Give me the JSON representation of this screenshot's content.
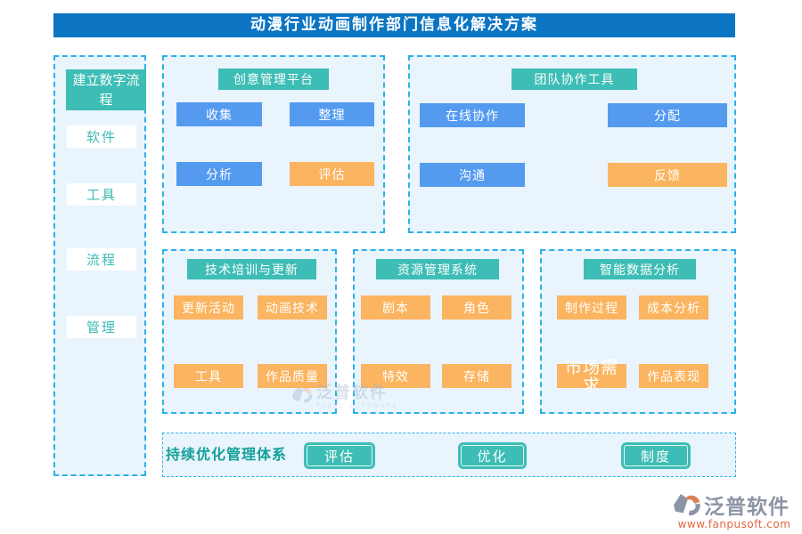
{
  "title": "动漫行业动画制作部门信息化解决方案",
  "colors": {
    "title_bar": "#0b75c3",
    "teal": "#3dbdb5",
    "blue_block": "#549bf0",
    "orange_block": "#fbb45f",
    "panel_bg": "#e9f4fd",
    "dash_border": "#2bb2e9",
    "teal_text": "#14a09a",
    "logo_gray": "#8b95a5",
    "logo_orange": "#e0673f"
  },
  "sidebar": {
    "header": "建立数字流程",
    "items": [
      {
        "label": "软件"
      },
      {
        "label": "工具"
      },
      {
        "label": "流程"
      },
      {
        "label": "管理"
      }
    ]
  },
  "sections": {
    "creative": {
      "title": "创意管理平台",
      "buttons": [
        {
          "label": "收集",
          "color": "blue"
        },
        {
          "label": "整理",
          "color": "blue"
        },
        {
          "label": "分析",
          "color": "blue"
        },
        {
          "label": "评估",
          "color": "orange"
        }
      ]
    },
    "team": {
      "title": "团队协作工具",
      "buttons": [
        {
          "label": "在线协作",
          "color": "blue"
        },
        {
          "label": "分配",
          "color": "blue"
        },
        {
          "label": "沟通",
          "color": "blue"
        },
        {
          "label": "反馈",
          "color": "orange"
        }
      ]
    },
    "training": {
      "title": "技术培训与更新",
      "buttons": [
        {
          "label": "更新活动",
          "color": "orange"
        },
        {
          "label": "动画技术",
          "color": "orange"
        },
        {
          "label": "工具",
          "color": "orange"
        },
        {
          "label": "作品质量",
          "color": "orange"
        }
      ]
    },
    "resource": {
      "title": "资源管理系统",
      "buttons": [
        {
          "label": "剧本",
          "color": "orange"
        },
        {
          "label": "角色",
          "color": "orange"
        },
        {
          "label": "特效",
          "color": "orange"
        },
        {
          "label": "存储",
          "color": "orange"
        }
      ]
    },
    "analytics": {
      "title": "智能数据分析",
      "buttons": [
        {
          "label": "制作过程",
          "color": "orange"
        },
        {
          "label": "成本分析",
          "color": "orange"
        },
        {
          "label": "市场需求",
          "color": "orange"
        },
        {
          "label": "作品表现",
          "color": "orange"
        }
      ]
    },
    "optimize": {
      "label": "持续优化管理体系",
      "buttons": [
        {
          "label": "评估"
        },
        {
          "label": "优化"
        },
        {
          "label": "制度"
        }
      ]
    }
  },
  "watermark": {
    "text": "泛普软件",
    "subtext": "FANPU SOFTWARE"
  },
  "footer_logo": {
    "name": "泛普软件",
    "url": "www.fanpusoft.com"
  }
}
